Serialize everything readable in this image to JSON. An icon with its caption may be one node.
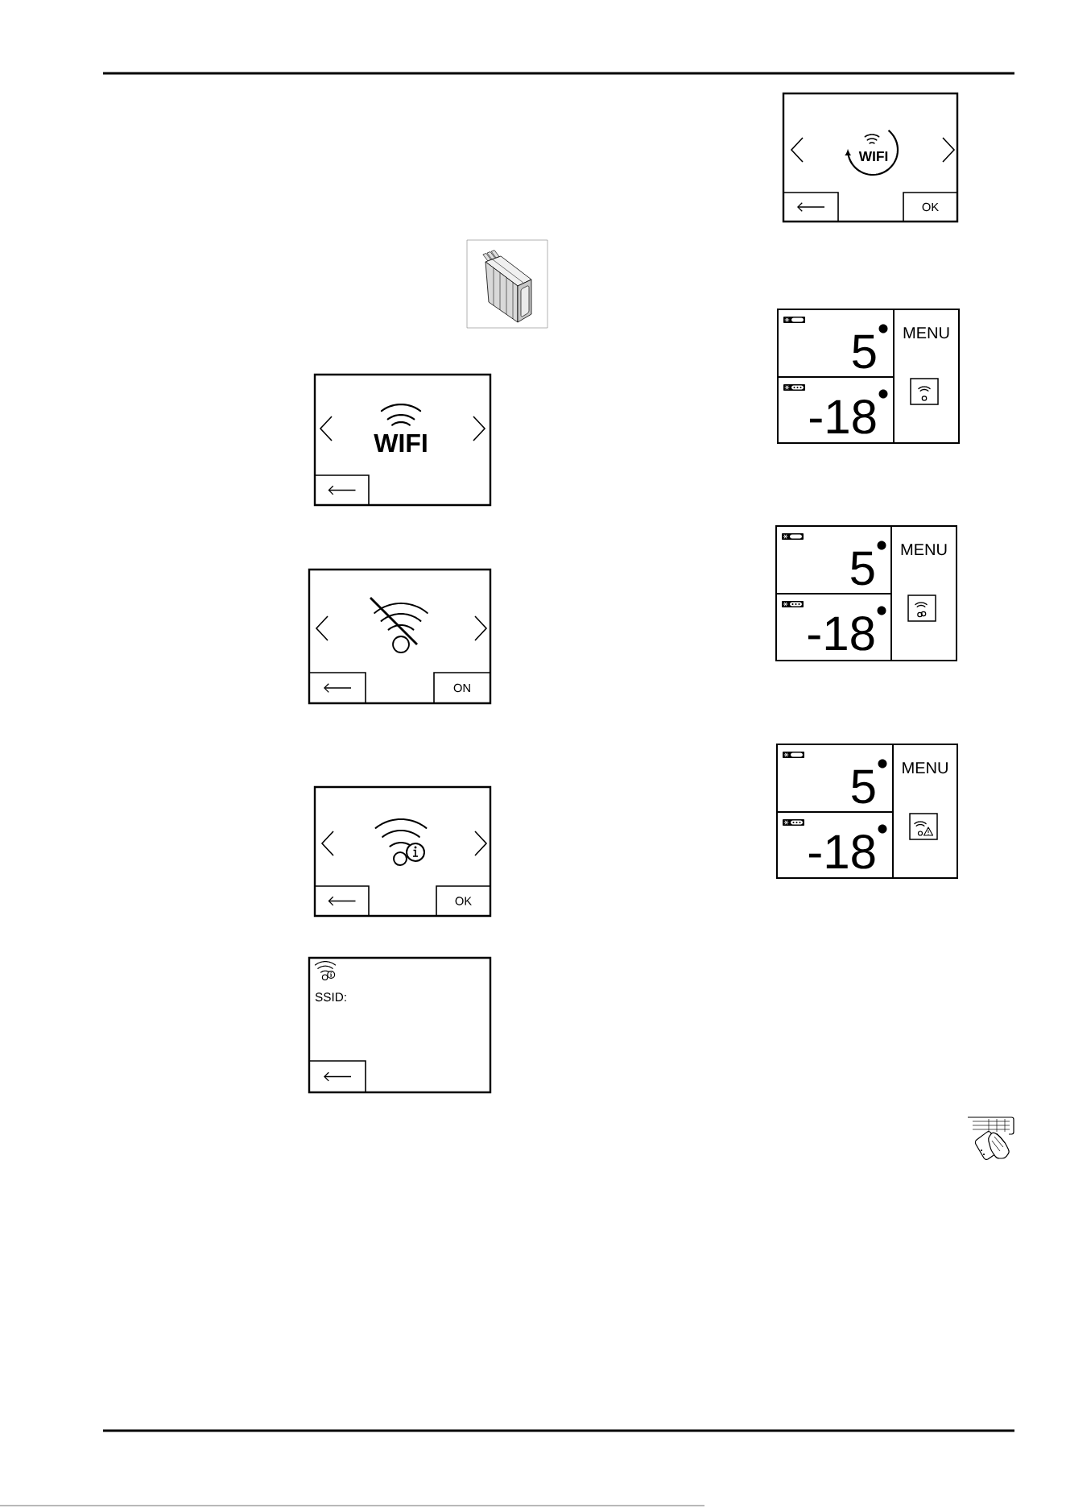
{
  "diagram": {
    "nodes": [
      {
        "text": [
          "WIFI"
        ]
      },
      {
        "text": [],
        "shape": "box",
        "in": 0
      },
      {
        "text": [],
        "shape": "box"
      },
      {
        "text": [],
        "shape": "box",
        "in": 2
      },
      {
        "text": [
          "ON"
        ],
        "in": 2
      },
      {
        "text": [],
        "shape": "box"
      },
      {
        "text": [],
        "shape": "box",
        "in": 5
      },
      {
        "text": [
          "OK"
        ],
        "in": 5
      },
      {
        "text": [
          "SSID:"
        ]
      },
      {
        "text": [],
        "shape": "box",
        "in": 8
      },
      {
        "text": [
          "WIFI"
        ]
      },
      {
        "text": [],
        "shape": "box",
        "in": 10
      },
      {
        "text": [
          "OK"
        ],
        "in": 10
      },
      {
        "text": [],
        "shape": "box"
      },
      {
        "text": [
          "5"
        ],
        "in": 13
      },
      {
        "text": [
          "-18"
        ],
        "in": 13
      },
      {
        "text": [
          "MENU"
        ],
        "in": 13
      },
      {
        "text": [],
        "shape": "box"
      },
      {
        "text": [
          "5"
        ],
        "in": 17
      },
      {
        "text": [
          "-18"
        ],
        "in": 17
      },
      {
        "text": [
          "MENU"
        ],
        "in": 17
      },
      {
        "text": [],
        "shape": "box"
      },
      {
        "text": [
          "5"
        ],
        "in": 21
      },
      {
        "text": [
          "-18"
        ],
        "in": 21
      },
      {
        "text": [
          "MENU"
        ],
        "in": 21
      }
    ]
  }
}
